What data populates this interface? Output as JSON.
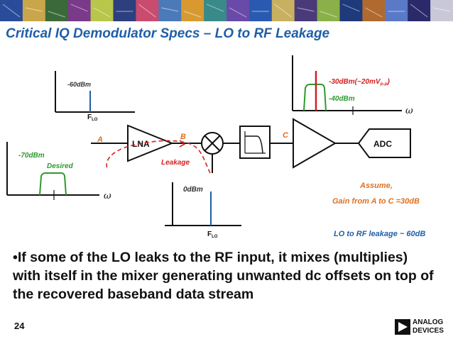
{
  "slide": {
    "title": "Critical IQ Demodulator Specs – LO to RF Leakage",
    "page_number": "24",
    "bullet_text": "•If some of the LO leaks to the RF input, it mixes (multiplies) with itself in the mixer generating unwanted dc offsets on top of the recovered baseband data stream"
  },
  "banner": {
    "colors": [
      "#2a4a9a",
      "#caa64a",
      "#3a6a3a",
      "#7a3a8a",
      "#b8c64a",
      "#2c3f7f",
      "#c94b6e",
      "#4a7ab8",
      "#d89a30",
      "#3a8a8a",
      "#6a4aa8",
      "#2a5ab0",
      "#c8b060",
      "#4a3a7a",
      "#8ab04a",
      "#1f3a7a",
      "#b06a30",
      "#5a7ac8",
      "#2a2a6a",
      "#c8c8d8"
    ]
  },
  "diagram": {
    "labels": {
      "lna": "LNA",
      "adc": "ADC",
      "node_a": "A",
      "node_b": "B",
      "node_c": "C",
      "leakage": "Leakage",
      "minus60": "-60dBm",
      "flo_top": "F",
      "flo_top_sub": "LO",
      "minus70": "-70dBm",
      "desired": "Desired",
      "omega_left": "ω",
      "zero_dbm": "0dBm",
      "flo_bottom": "F",
      "flo_bottom_sub": "LO",
      "minus30_pre": "-30dBm(~20mV",
      "minus30_sub": "P-P",
      "minus30_post": ")",
      "minus40": "-40dBm",
      "omega_right": "ω"
    },
    "notes": {
      "assume": "Assume,",
      "gain": "Gain from A to C =30dB",
      "leak": "LO to RF leakage ~ 60dB"
    }
  },
  "logo": {
    "line1": "ANALOG",
    "line2": "DEVICES"
  }
}
